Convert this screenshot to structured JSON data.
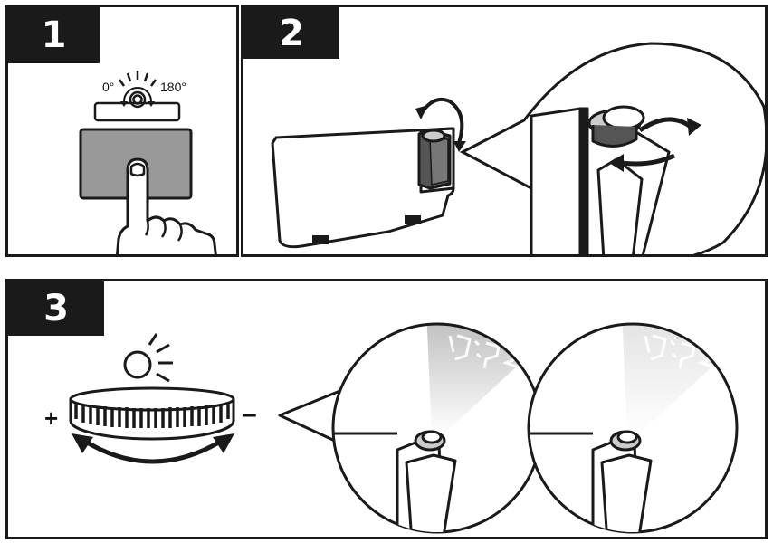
{
  "steps": [
    {
      "number": "1",
      "angle_min": "0°",
      "angle_max": "180°"
    },
    {
      "number": "2"
    },
    {
      "number": "3",
      "plus": "+",
      "minus": "–"
    }
  ],
  "colors": {
    "ink": "#1a1a1a",
    "button_gray": "#999999",
    "projection_dark": "#bdbdbd",
    "projection_light": "#e2e2e2"
  },
  "icons": [
    "rotate-dial-icon",
    "pointing-hand-icon",
    "rotation-arrows-icon",
    "brightness-icon",
    "brightness-dial-icon"
  ]
}
